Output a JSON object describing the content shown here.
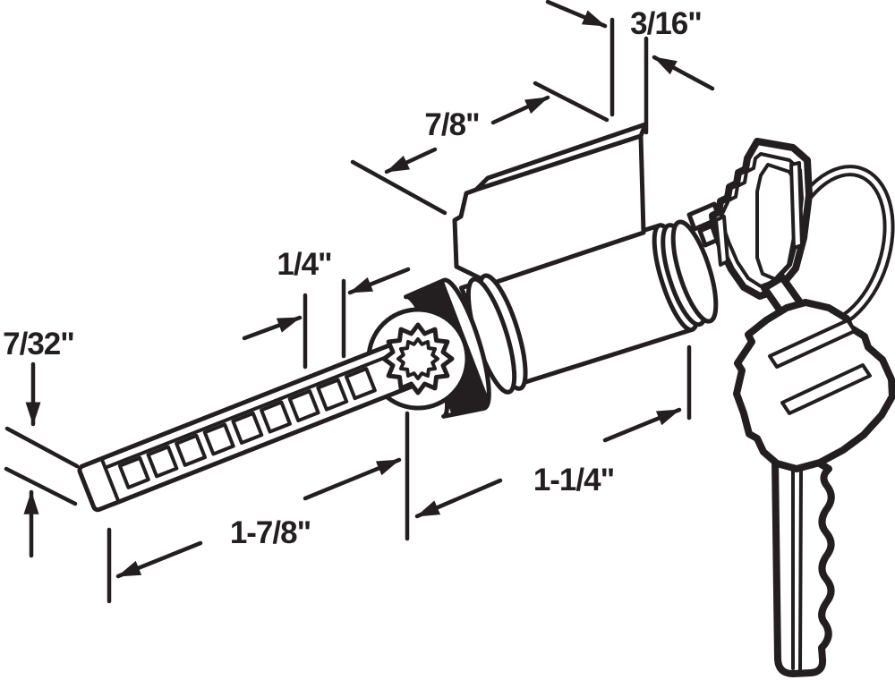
{
  "diagram": {
    "background": "#ffffff",
    "line_color": "#231f20",
    "dimensions": {
      "d3_16": {
        "label": "3/16\""
      },
      "d7_8": {
        "label": "7/8\""
      },
      "d1_4": {
        "label": "1/4\""
      },
      "d7_32": {
        "label": "7/32\""
      },
      "d1_7_8": {
        "label": "1-7/8\""
      },
      "d1_1_4": {
        "label": "1-1/4\""
      }
    }
  }
}
